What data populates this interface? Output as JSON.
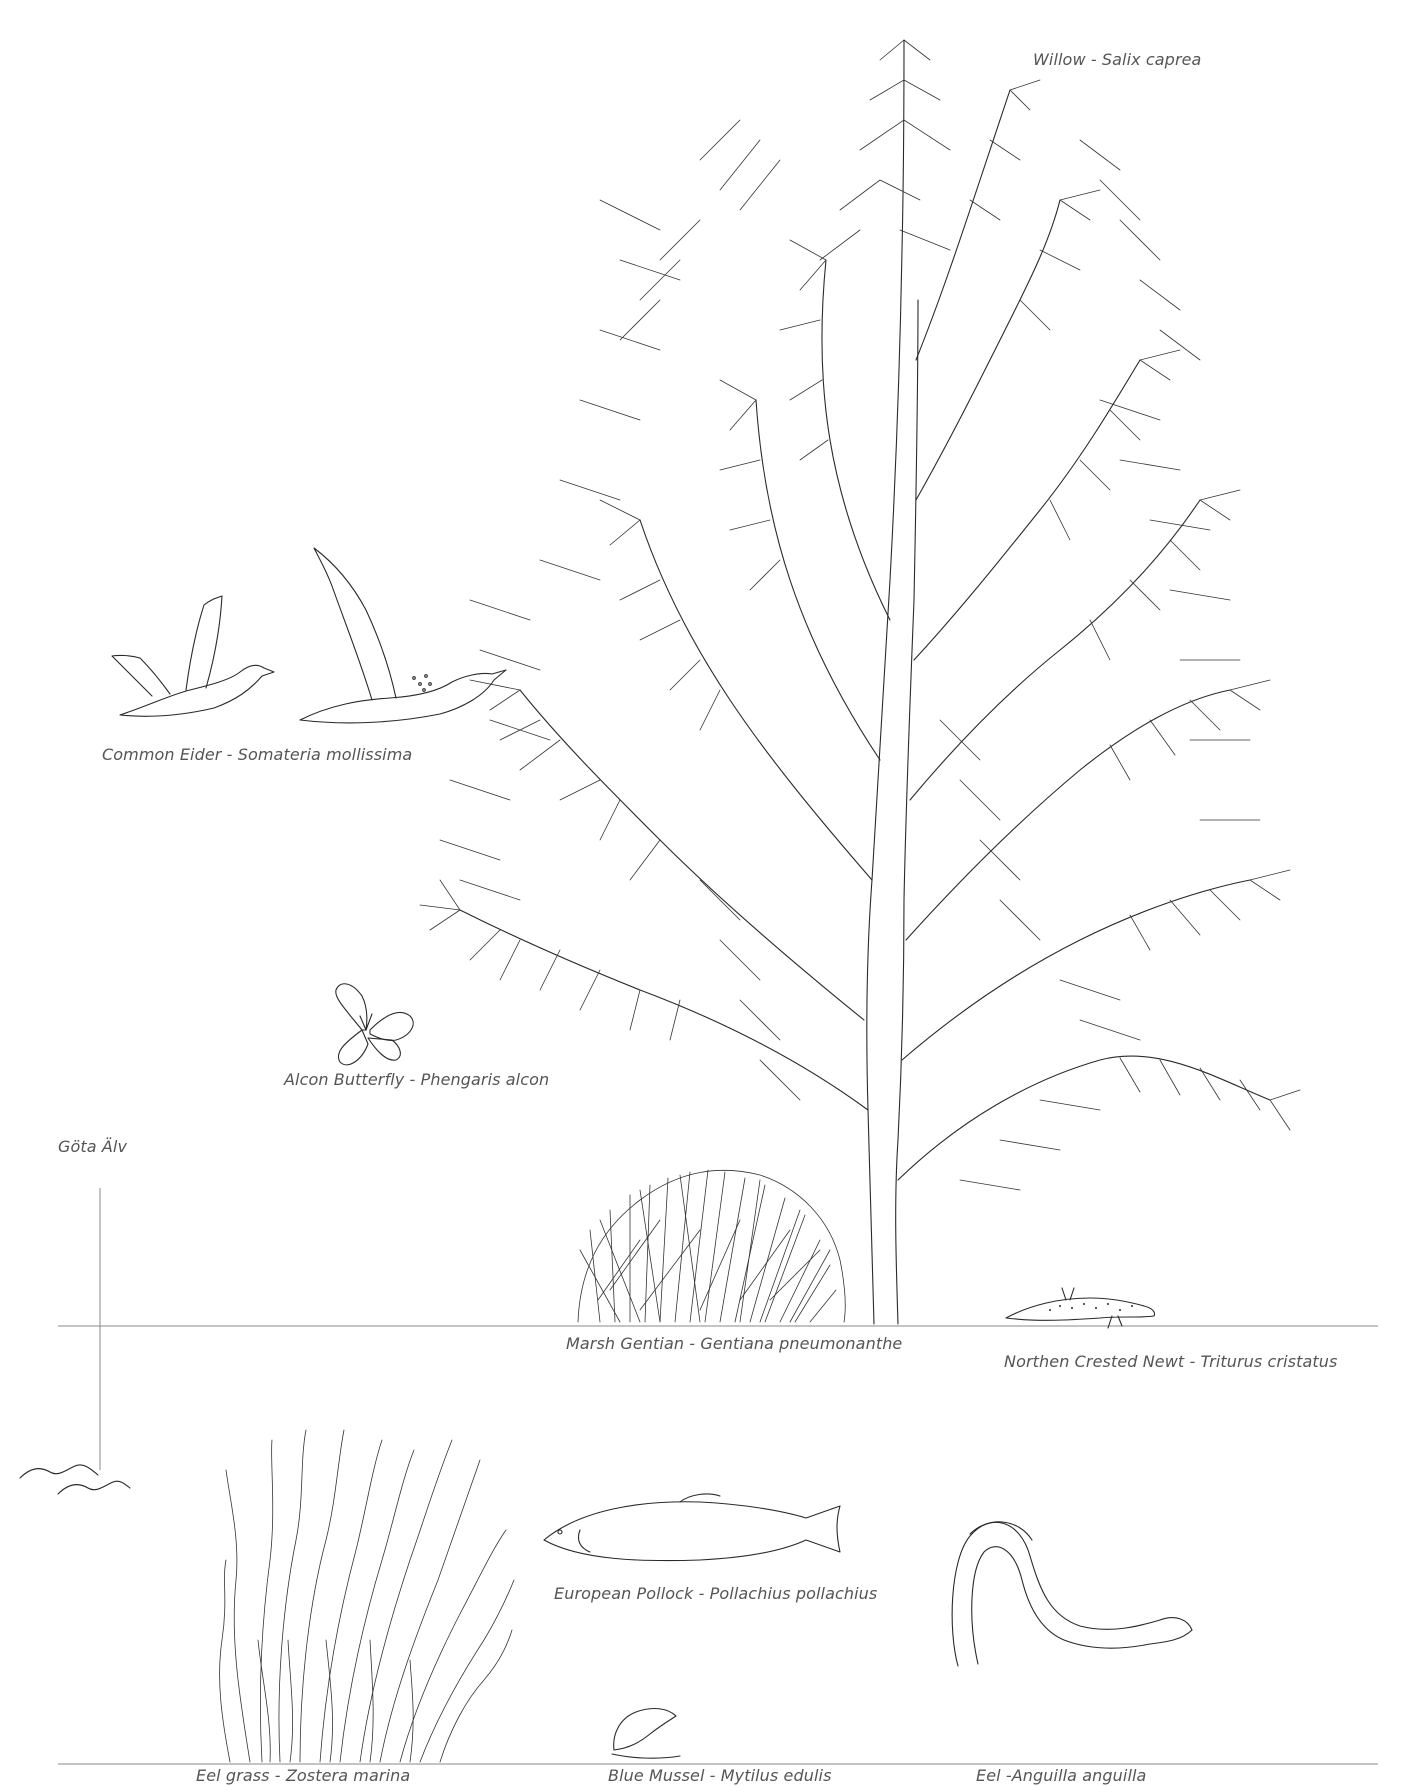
{
  "labels": {
    "willow": "Willow - Salix caprea",
    "eider": "Common Eider - Somateria mollissima",
    "butterfly": "Alcon Butterfly - Phengaris alcon",
    "river": "Göta Älv",
    "gentian": "Marsh Gentian - Gentiana pneumonanthe",
    "newt": "Northen Crested Newt - Triturus cristatus",
    "pollock": "European Pollock - Pollachius pollachius",
    "eelgrass": "Eel grass - Zostera marina",
    "mussel": "Blue Mussel - Mytilus edulis",
    "eel": "Eel -Anguilla anguilla"
  },
  "colors": {
    "ink": "#2a2a2a",
    "label": "#555555",
    "rule": "#8a8a8a",
    "background": "#ffffff"
  }
}
